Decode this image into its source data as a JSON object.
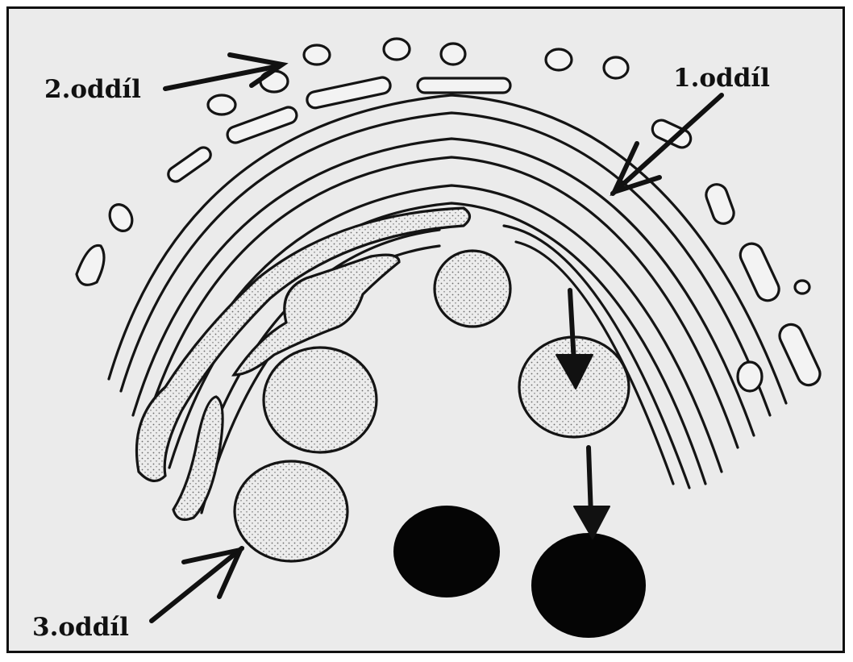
{
  "labels": {
    "label_1": "1.oddíl",
    "label_2": "2.oddíl",
    "label_3": "3.oddíl"
  },
  "colors": {
    "background": "#ebebeb",
    "ink": "#111111",
    "granule": "#050505",
    "stipple_fill": "#e8e8e8"
  }
}
